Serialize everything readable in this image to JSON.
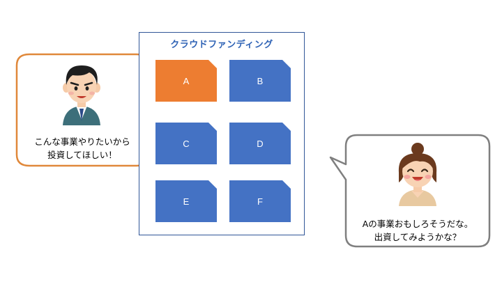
{
  "panel": {
    "title": "クラウドファンディング",
    "cards": [
      {
        "label": "A",
        "color": "#ed7d31"
      },
      {
        "label": "B",
        "color": "#4472c4"
      },
      {
        "label": "C",
        "color": "#4472c4"
      },
      {
        "label": "D",
        "color": "#4472c4"
      },
      {
        "label": "E",
        "color": "#4472c4"
      },
      {
        "label": "F",
        "color": "#4472c4"
      }
    ]
  },
  "left_bubble": {
    "line1": "こんな事業やりたいから",
    "line2": "投資してほしい！",
    "border_color": "#e0883a"
  },
  "right_bubble": {
    "line1": "Aの事業おもしろそうだな。",
    "line2": "出資してみようかな？",
    "border_color": "#7f7f7f"
  }
}
